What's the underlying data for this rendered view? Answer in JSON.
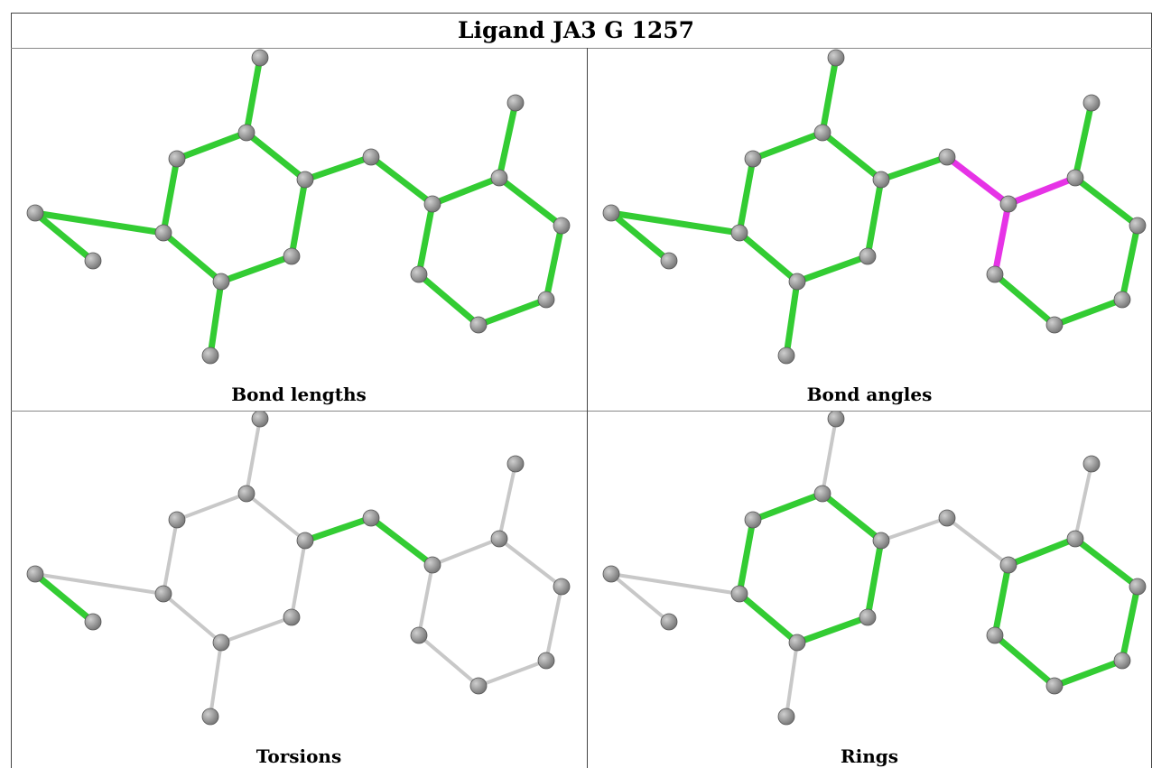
{
  "title": "Ligand JA3 G 1257",
  "colors": {
    "highlight": "#33cc33",
    "outlier": "#e633e6",
    "neutral": "#c8c8c8",
    "atom": "#7a7a7a",
    "atom_highlight": "#cfcfcf"
  },
  "panels": [
    {
      "label": "Bond lengths",
      "bonds": [
        "g",
        "g",
        "g",
        "g",
        "g",
        "g",
        "g",
        "g",
        "g",
        "g",
        "g",
        "g",
        "g",
        "g",
        "g",
        "g",
        "g",
        "g"
      ]
    },
    {
      "label": "Bond angles",
      "bonds": [
        "g",
        "g",
        "g",
        "g",
        "g",
        "g",
        "g",
        "g",
        "g",
        "g",
        "g",
        "p",
        "p",
        "p",
        "g",
        "g",
        "g",
        "g"
      ]
    },
    {
      "label": "Torsions",
      "bonds": [
        "n",
        "g",
        "n",
        "n",
        "n",
        "n",
        "n",
        "n",
        "n",
        "g",
        "g",
        "n",
        "n",
        "n",
        "n",
        "n",
        "n",
        "n"
      ]
    },
    {
      "label": "Rings",
      "bonds": [
        "n",
        "n",
        "g",
        "g",
        "g",
        "g",
        "g",
        "g",
        "n",
        "n",
        "n",
        "g",
        "g",
        "g",
        "g",
        "g",
        "g",
        "g"
      ]
    }
  ]
}
